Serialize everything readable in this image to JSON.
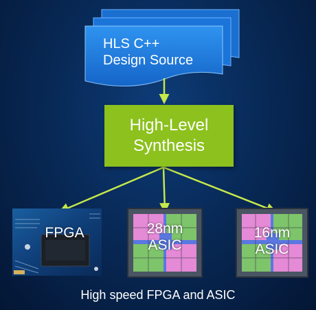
{
  "diagram": {
    "source_label": "HLS C++\nDesign Source",
    "synthesis_label": "High-Level\nSynthesis",
    "targets": [
      {
        "id": "fpga",
        "label": "FPGA"
      },
      {
        "id": "asic28",
        "label": "28nm\nASIC"
      },
      {
        "id": "asic16",
        "label": "16nm\nASIC"
      }
    ],
    "caption": "High speed FPGA and ASIC"
  },
  "colors": {
    "doc_blue": "#1e7fe0",
    "synthesis_green": "#8cc11e",
    "arrow_green": "#c6e84a",
    "background": "#0a2f66",
    "chip_frame": "#4a5563",
    "chip_pink": "#e58ad6",
    "chip_blue": "#5a78e0",
    "chip_green": "#7ec46b"
  },
  "icons": {
    "source": "stacked-documents-icon",
    "fpga": "fpga-board-photo",
    "asic": "asic-die-icon"
  }
}
